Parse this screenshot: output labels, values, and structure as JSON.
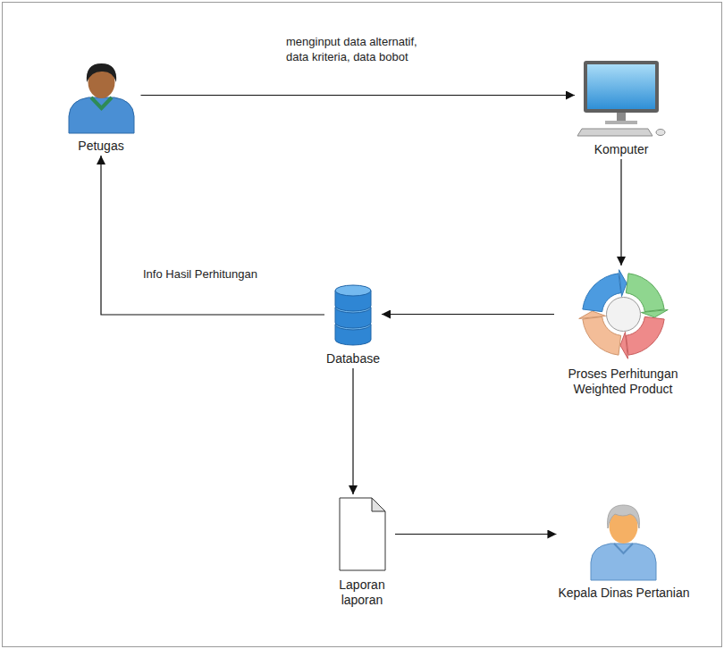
{
  "diagram": {
    "nodes": [
      {
        "text": [
          "Petugas"
        ]
      },
      {
        "text": [
          "Komputer"
        ]
      },
      {
        "text": [
          "Proses Perhitungan Weighted Product"
        ]
      },
      {
        "text": [
          "Database"
        ]
      },
      {
        "text": [
          "Laporan laporan"
        ]
      },
      {
        "text": [
          "Kepala Dinas Pertanian"
        ]
      }
    ],
    "edges": [
      {
        "from": 0,
        "to": 1,
        "arrow": "to",
        "label": "menginput data alternatif, data kriteria, data bobot"
      },
      {
        "from": 1,
        "to": 2,
        "arrow": "to"
      },
      {
        "from": 2,
        "to": 3,
        "arrow": "to"
      },
      {
        "from": 3,
        "to": 0,
        "arrow": "to",
        "label": "Info Hasil Perhitungan"
      },
      {
        "from": 3,
        "to": 4,
        "arrow": "to"
      },
      {
        "from": 4,
        "to": 5,
        "arrow": "to"
      }
    ]
  }
}
